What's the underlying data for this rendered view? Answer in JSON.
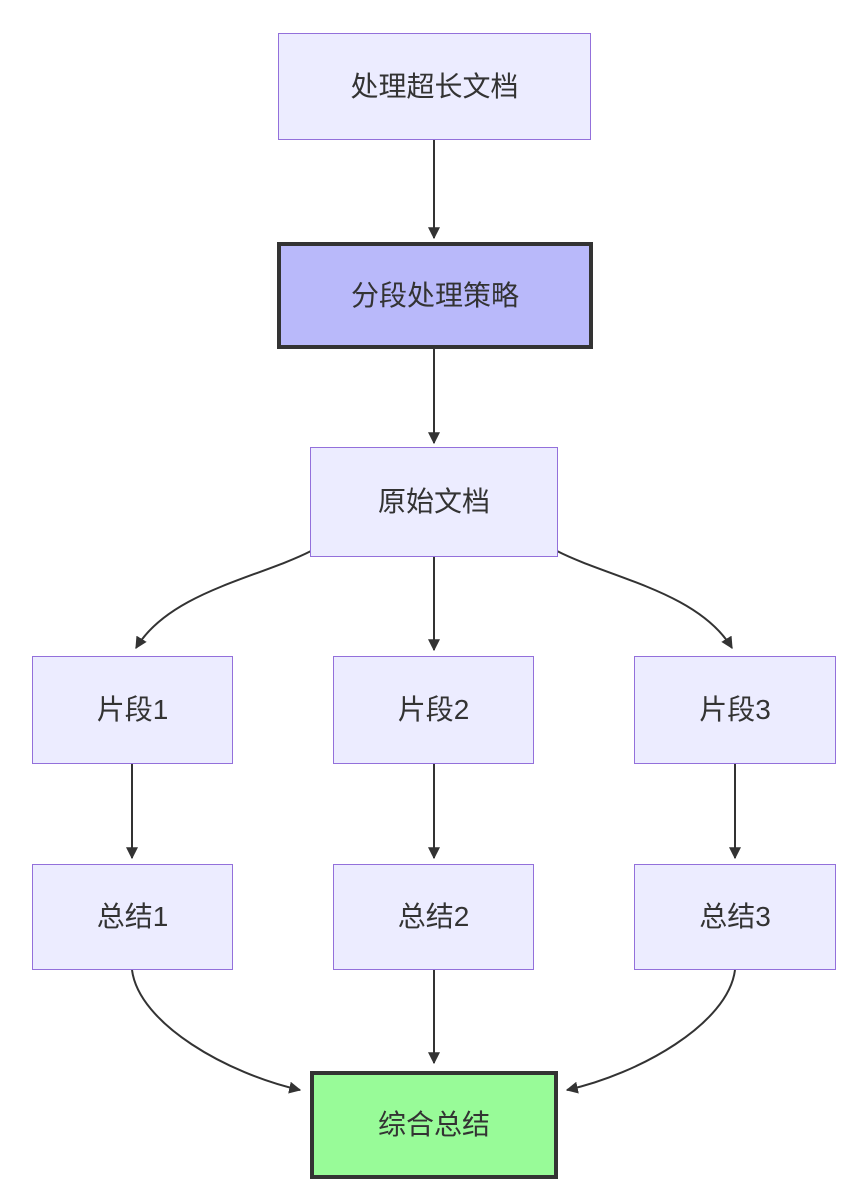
{
  "diagram": {
    "type": "flowchart",
    "direction": "top-down",
    "nodes": [
      {
        "id": "A",
        "label": "处理超长文档",
        "style": "default"
      },
      {
        "id": "B",
        "label": "分段处理策略",
        "style": "emphasis-purple"
      },
      {
        "id": "C",
        "label": "原始文档",
        "style": "default"
      },
      {
        "id": "D1",
        "label": "片段1",
        "style": "default"
      },
      {
        "id": "D2",
        "label": "片段2",
        "style": "default"
      },
      {
        "id": "D3",
        "label": "片段3",
        "style": "default"
      },
      {
        "id": "E1",
        "label": "总结1",
        "style": "default"
      },
      {
        "id": "E2",
        "label": "总结2",
        "style": "default"
      },
      {
        "id": "E3",
        "label": "总结3",
        "style": "default"
      },
      {
        "id": "F",
        "label": "综合总结",
        "style": "emphasis-green"
      }
    ],
    "edges": [
      {
        "from": "A",
        "to": "B"
      },
      {
        "from": "B",
        "to": "C"
      },
      {
        "from": "C",
        "to": "D1"
      },
      {
        "from": "C",
        "to": "D2"
      },
      {
        "from": "C",
        "to": "D3"
      },
      {
        "from": "D1",
        "to": "E1"
      },
      {
        "from": "D2",
        "to": "E2"
      },
      {
        "from": "D3",
        "to": "E3"
      },
      {
        "from": "E1",
        "to": "F"
      },
      {
        "from": "E2",
        "to": "F"
      },
      {
        "from": "E3",
        "to": "F"
      }
    ],
    "colors": {
      "canvas_background": "#FFFFFF",
      "node_fill": "#ECECFF",
      "node_border": "#9370DB",
      "emphasis_purple_fill": "#B9B9FA",
      "emphasis_green_fill": "#98FB98",
      "emphasis_border": "#333333",
      "edge": "#333333",
      "text": "#333333"
    }
  }
}
